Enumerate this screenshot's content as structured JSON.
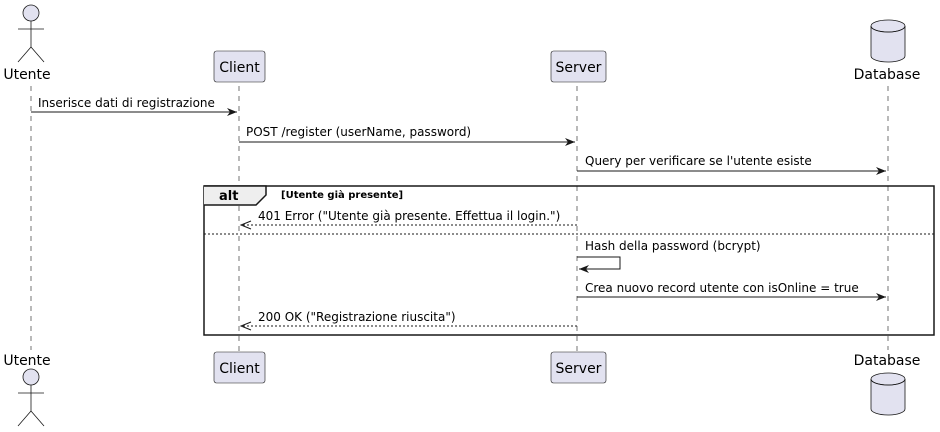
{
  "participants": {
    "utente": "Utente",
    "client": "Client",
    "server": "Server",
    "database": "Database"
  },
  "messages": [
    "Inserisce dati di registrazione",
    "POST /register (userName, password)",
    "Query per verificare se l'utente esiste",
    "401 Error (\"Utente già presente. Effettua il login.\")",
    "Hash della password (bcrypt)",
    "Crea nuovo record utente con isOnline = true",
    "200 OK (\"Registrazione riuscita\")"
  ],
  "alt": {
    "keyword": "alt",
    "guard": "[Utente già presente]"
  },
  "colors": {
    "box_fill": "#E2E2F0",
    "box_stroke": "#181818",
    "lifeline": "#181818"
  }
}
